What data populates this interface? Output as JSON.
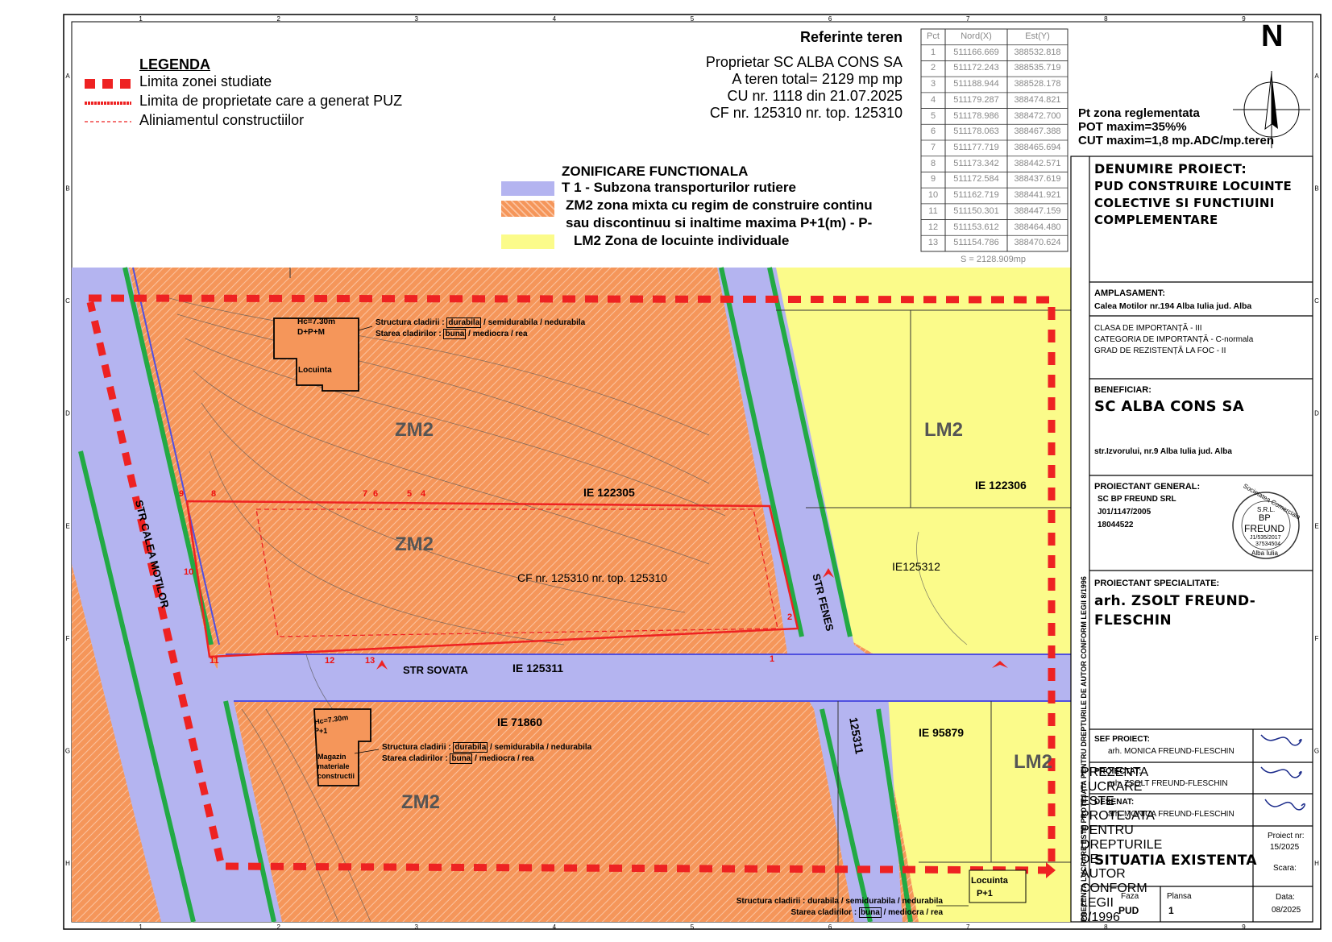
{
  "north": "N",
  "legend": {
    "title": "LEGENDA",
    "items": [
      {
        "label": "Limita zonei studiate",
        "color": "#ee2222"
      },
      {
        "label": "Limita de proprietate care a generat PUZ",
        "color": "#ee2222"
      },
      {
        "label": "Aliniamentul constructiilor",
        "color": "#ee2222"
      }
    ]
  },
  "referinte": {
    "title": "Referinte teren",
    "lines": [
      "Proprietar SC ALBA CONS SA",
      "A teren total= 2129 mp mp",
      "CU nr. 1118 din 21.07.2025",
      "CF nr. 125310 nr. top. 125310"
    ]
  },
  "coords": {
    "headers": [
      "Pct",
      "Nord(X)",
      "Est(Y)"
    ],
    "rows": [
      [
        "1",
        "511166.669",
        "388532.818"
      ],
      [
        "2",
        "511172.243",
        "388535.719"
      ],
      [
        "3",
        "511188.944",
        "388528.178"
      ],
      [
        "4",
        "511179.287",
        "388474.821"
      ],
      [
        "5",
        "511178.986",
        "388472.700"
      ],
      [
        "6",
        "511178.063",
        "388467.388"
      ],
      [
        "7",
        "511177.719",
        "388465.694"
      ],
      [
        "8",
        "511173.342",
        "388442.571"
      ],
      [
        "9",
        "511172.584",
        "388437.619"
      ],
      [
        "10",
        "511162.719",
        "388441.921"
      ],
      [
        "11",
        "511150.301",
        "388447.159"
      ],
      [
        "12",
        "511153.612",
        "388464.480"
      ],
      [
        "13",
        "511154.786",
        "388470.624"
      ]
    ],
    "area": "S = 2128.909mp"
  },
  "zonificare": {
    "title": "ZONIFICARE FUNCTIONALA",
    "items": [
      {
        "label": "T 1 - Subzona transporturilor rutiere",
        "color": "#b4b4f0"
      },
      {
        "label": "ZM2 zona mixta cu regim de construire continu",
        "color": "#f59a60"
      },
      {
        "label": "sau discontinuu si inaltime maxima P+1(m) - P-",
        "color": ""
      },
      {
        "label": "LM2 Zona de locuinte individuale",
        "color": "#fbfb8a"
      }
    ]
  },
  "reglementari": {
    "title": "Pt zona reglementata",
    "pot": "POT maxim=35%%",
    "cut": "CUT maxim=1,8 mp.ADC/mp.teren"
  },
  "titleblock": {
    "denumire_label": "DENUMIRE PROIECT:",
    "denumire_lines": [
      "PUD CONSTRUIRE LOCUINTE",
      "COLECTIVE SI FUNCTIUINI",
      "COMPLEMENTARE"
    ],
    "amplasament_label": "AMPLASAMENT:",
    "amplasament": "Calea Motilor nr.194 Alba Iulia jud. Alba",
    "clasa": [
      "CLASA DE IMPORTANȚĂ - III",
      "CATEGORIA DE IMPORTANȚĂ - C-normala",
      "GRAD DE REZISTENȚĂ LA FOC - II"
    ],
    "beneficiar_label": "BENEFICIAR:",
    "beneficiar": "SC ALBA CONS SA",
    "beneficiar_adresa": "str.Izvorului, nr.9 Alba Iulia jud. Alba",
    "proiectant_label": "PROIECTANT GENERAL:",
    "proiectant_lines": [
      "SC BP FREUND SRL",
      "J01/1147/2005",
      "18044522"
    ],
    "stamp": {
      "ring": "Societatea Comerciala",
      "srl": "S.R.L.",
      "name1": "BP",
      "name2": "FREUND",
      "reg": "J1/535/2017",
      "cui": "37534504",
      "city": "Alba Iulia"
    },
    "specialitate_label": "PROIECTANT SPECIALITATE:",
    "specialitate_lines": [
      "arh. ZSOLT FREUND-",
      "FLESCHIN"
    ],
    "sef_label": "SEF PROIECT:",
    "sef": "arh. MONICA FREUND-FLESCHIN",
    "proiectat_label": "PROIECTAT:",
    "proiectat": "arh. ZSOLT FREUND-FLESCHIN",
    "desenat_label": "DESENAT:",
    "desenat": "arh. MONICA FREUND-FLESCHIN",
    "plansa_titlu": "SITUATIA EXISTENTA",
    "proiect_nr_label": "Proiect nr:",
    "proiect_nr": "15/2025",
    "scara_label": "Scara:",
    "faza_label": "Faza",
    "faza": "PUD",
    "plansa_label": "Plansa",
    "plansa": "1",
    "data_label": "Data:",
    "data": "08/2025",
    "copyright": "PREZENTA LUCRARE ESTE PROTEJATA PENTRU DREPTURILE DE AUTOR CONFORM LEGII 8/1996"
  },
  "map": {
    "zones": {
      "zm2": "ZM2",
      "lm2": "LM2"
    },
    "streets": {
      "calea_motilor": "STR CALEA MOTILOR",
      "fenes": "STR FENES",
      "sovata": "STR SOVATA"
    },
    "parcels": {
      "ie122305": "IE 122305",
      "ie122306": "IE 122306",
      "ie125312": "IE125312",
      "ie125311": "IE 125311",
      "ie71860": "IE 71860",
      "ie95879": "IE 95879",
      "n125311": "125311",
      "cf": "CF nr. 125310 nr. top. 125310"
    },
    "building1": {
      "hc": "Hc=7.30m",
      "reg": "D+P+M",
      "func": "Locuinta"
    },
    "building2": {
      "hc": "Hc=7.30m",
      "reg": "P+1",
      "func": [
        "Magazin",
        "materiale",
        "constructii"
      ]
    },
    "building3": {
      "func": "Locuinta",
      "reg": "P+1"
    },
    "struct_label": "Structura cladirii :",
    "struct_opts": [
      "durabila",
      "semidurabila",
      "nedurabila"
    ],
    "stare_label": "Starea  cladirilor :",
    "stare_opts": [
      "buna",
      "mediocra",
      "rea"
    ],
    "sep": "/",
    "points": [
      "1",
      "2",
      "4",
      "5",
      "6",
      "7",
      "8",
      "9",
      "10",
      "11",
      "12",
      "13"
    ]
  },
  "grid": {
    "cols": [
      "1",
      "2",
      "3",
      "4",
      "5",
      "6",
      "7",
      "8",
      "9"
    ],
    "rows": [
      "A",
      "B",
      "C",
      "D",
      "E",
      "F",
      "G",
      "H"
    ]
  }
}
